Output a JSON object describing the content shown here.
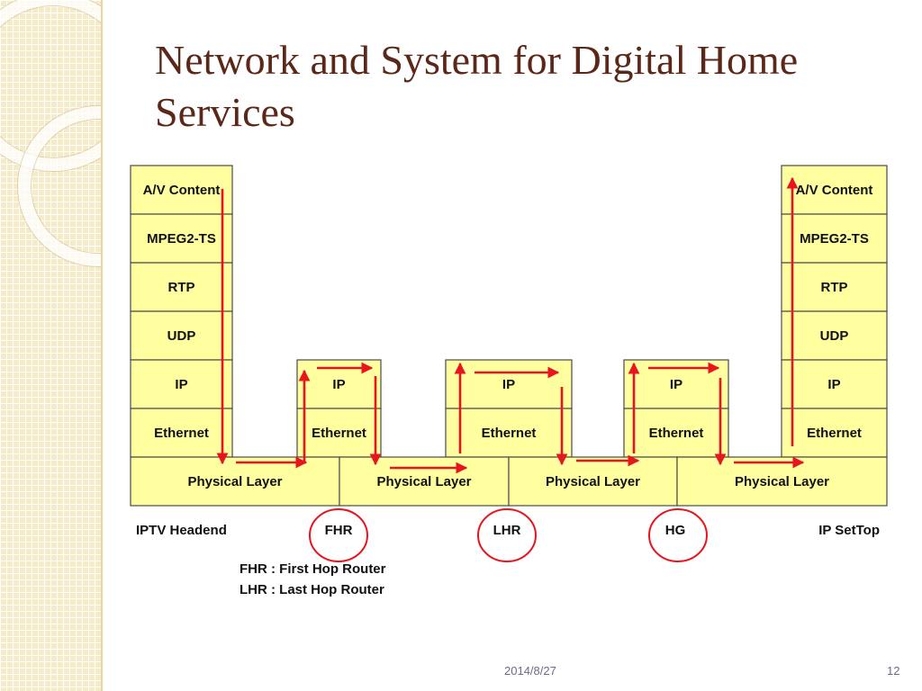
{
  "slide": {
    "title": "Network and System for Digital Home Services",
    "date": "2014/8/27",
    "page_number": "12"
  },
  "diagram": {
    "stacks": [
      {
        "id": "iptv-headend",
        "layers": [
          "A/V Content",
          "MPEG2-TS",
          "RTP",
          "UDP",
          "IP",
          "Ethernet"
        ],
        "label": "IPTV Headend"
      },
      {
        "id": "fhr",
        "layers": [
          "IP",
          "Ethernet"
        ],
        "label": "FHR"
      },
      {
        "id": "lhr",
        "layers": [
          "IP",
          "Ethernet"
        ],
        "label": "LHR"
      },
      {
        "id": "hg",
        "layers": [
          "IP",
          "Ethernet"
        ],
        "label": "HG"
      },
      {
        "id": "ip-settop",
        "layers": [
          "A/V Content",
          "MPEG2-TS",
          "RTP",
          "UDP",
          "IP",
          "Ethernet"
        ],
        "label": "IP SetTop"
      }
    ],
    "physical_layers": [
      "Physical Layer",
      "Physical Layer",
      "Physical Layer",
      "Physical Layer"
    ],
    "circled_nodes": [
      "fhr",
      "lhr",
      "hg"
    ],
    "legend": [
      "FHR : First Hop Router",
      "LHR : Last Hop Router"
    ]
  },
  "colors": {
    "box_fill": "#ffffa0",
    "arrow": "#e8141e",
    "title": "#5a2718",
    "sidebar": "#f6ebc8"
  }
}
